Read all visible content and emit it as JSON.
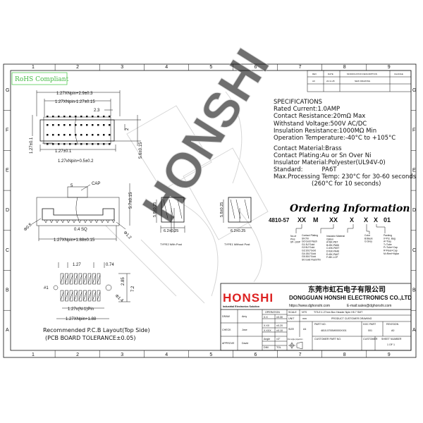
{
  "frame": {
    "columns": [
      "1",
      "2",
      "3",
      "4",
      "5",
      "6",
      "7",
      "8",
      "9"
    ],
    "rows": [
      "G",
      "F",
      "E",
      "D",
      "C",
      "B",
      "A"
    ]
  },
  "rohs_label": "RoHS Compliant",
  "watermark": "HONSHI",
  "revision_table": {
    "headers": [
      "REV",
      "DATE",
      "MODIFICATION DESCRIPTION",
      "CHANGE"
    ],
    "rows": [
      [
        "A0",
        "22.11.28",
        "NEW DRAWING",
        ""
      ]
    ]
  },
  "specifications": {
    "title": "SPECIFICATIONS",
    "lines": [
      "Rated Current:1.0AMP",
      "Contact Resistance:20mΩ Max",
      "Withstand Voltage:500V AC/DC",
      "Insulation Resistance:1000MΩ Min",
      "Operation Temperature:-40°C to +105°C"
    ],
    "material_lines": [
      "Contact Material:Brass",
      "Contact Plating:Au or Sn Over Ni",
      "Insulator Material:Polyester(UL94V-0)",
      "Standard:          PA6T",
      "Max.Processing Temp: 230°C for 30-60 seconds",
      "                    (260°C for 10 seconds)"
    ]
  },
  "ordering": {
    "title": "Ordering Information",
    "code_parts": [
      "4810-57",
      "XX",
      "M",
      "XX",
      "X",
      "X",
      "X",
      "01"
    ],
    "pins": [
      "No.of",
      "Pins",
      "6P~100P"
    ],
    "plating": [
      "Contact Plating",
      "SN:Tin",
      "G0:Gold Flash",
      "G1:3U\"Gold",
      "G2:5U\"Gold",
      "G3:10U\"Gold",
      "G4:15U\"Gold",
      "G5:30U\"Gold",
      "S0:Gold Flash/Tin"
    ],
    "insulator": [
      "Insulator Material",
      "Option",
      "A=BK-PBT",
      "B=BK-PA66",
      "C=BK-PA9T",
      "D=BK-PA46",
      "E=BK-PA6T",
      "F=BK-LCP"
    ],
    "color": [
      "Color",
      "B:Black",
      "G:Grey"
    ],
    "packing": [
      "Packing",
      "0=P.E. Bag",
      "A=Tray",
      "T=Tube",
      "P=Tube+Cap",
      "R=Reel+Cap",
      "M=Reel+Mylar"
    ]
  },
  "top_view_dims": {
    "overall": "1.27XNpin+2.9±0.3",
    "pin_span": "1.27XNpin-1.27±0.15",
    "d23": "2.3",
    "d2": "2",
    "pitch_v": "1.27±0.1",
    "pitch_h": "1.27±0.1",
    "body": "1.27xNpin+0.5±0.2",
    "height": "5.6±0.15"
  },
  "side_view_dims": {
    "d5": "5",
    "cap": "CAP",
    "h": "5.7±0.15",
    "hole1": "Φ0.8",
    "hole2": "Φ1.2",
    "sq": "0.4 SQ",
    "length": "1.27XNpin+1.88±0.15"
  },
  "types": [
    {
      "caption": "TYPE2 With Post",
      "h": "5.8±0.25",
      "w": "6.2±0.25"
    },
    {
      "caption": "TYPE1 Without Post",
      "h": "5.8±0.25",
      "w": "6.2±0.25"
    }
  ],
  "pcb_layout": {
    "pitch": "1.27",
    "pad": "0.74",
    "row": "2.85",
    "total": "7.2",
    "pin1": "#1",
    "hole": "Φ1.4",
    "span": "1.27x(N-1)Pin",
    "length": "1.27XNpin+1.88",
    "caption": "Recommended P.C.B Layout(Top Side)",
    "tolerance": "(PCB BOARD TOLERANCE±0.05)"
  },
  "title_block": {
    "logo": "HONSHI",
    "logo_sub": "Industrial Electronics Solution",
    "company_cn": "东莞市虹石电子有限公司",
    "company_en": "DONGGUAN HONSHI ELECTRONICS CO.,LTD",
    "website": "https://www.dghonshi.com",
    "email": "E-mail:sales@dghonshi.com",
    "draw_label": "DRAW",
    "draw": "Amy",
    "check_label": "CHECK",
    "check": "Jose",
    "approve_label": "APPROVE",
    "approve": "David",
    "operation": "OPERATION",
    "tol": [
      [
        "X.X",
        "±0.30"
      ],
      [
        "X.XX",
        "±0.20"
      ],
      [
        "X.XXX",
        "±0.10"
      ],
      [
        "Angle",
        "±3°"
      ],
      [
        "DIM",
        "TOL"
      ]
    ],
    "scale_label": "SCALE",
    "scale": "NTS",
    "unit_label": "UNIT",
    "unit": "mm",
    "size_label": "SIZE",
    "size": "A4",
    "projection": "first angle projection",
    "title": "TITLE:1.27mm Box Header Npin H5.7 SMT",
    "drawing_type": "PRODUCT CUSTOMER DRAWING",
    "part_no_label": "PART NO.",
    "part_no": "4810-5700M0000X001",
    "doc_part_label": "DOC PART",
    "doc_part": "001",
    "revision_label": "REVISION",
    "revision": "A0",
    "customer_part_label": "CUSTOMER PART NO.",
    "customer_label": "CUSTOMER",
    "sheet_label": "SHEET NUMBER",
    "sheet": "1 OF 1"
  }
}
